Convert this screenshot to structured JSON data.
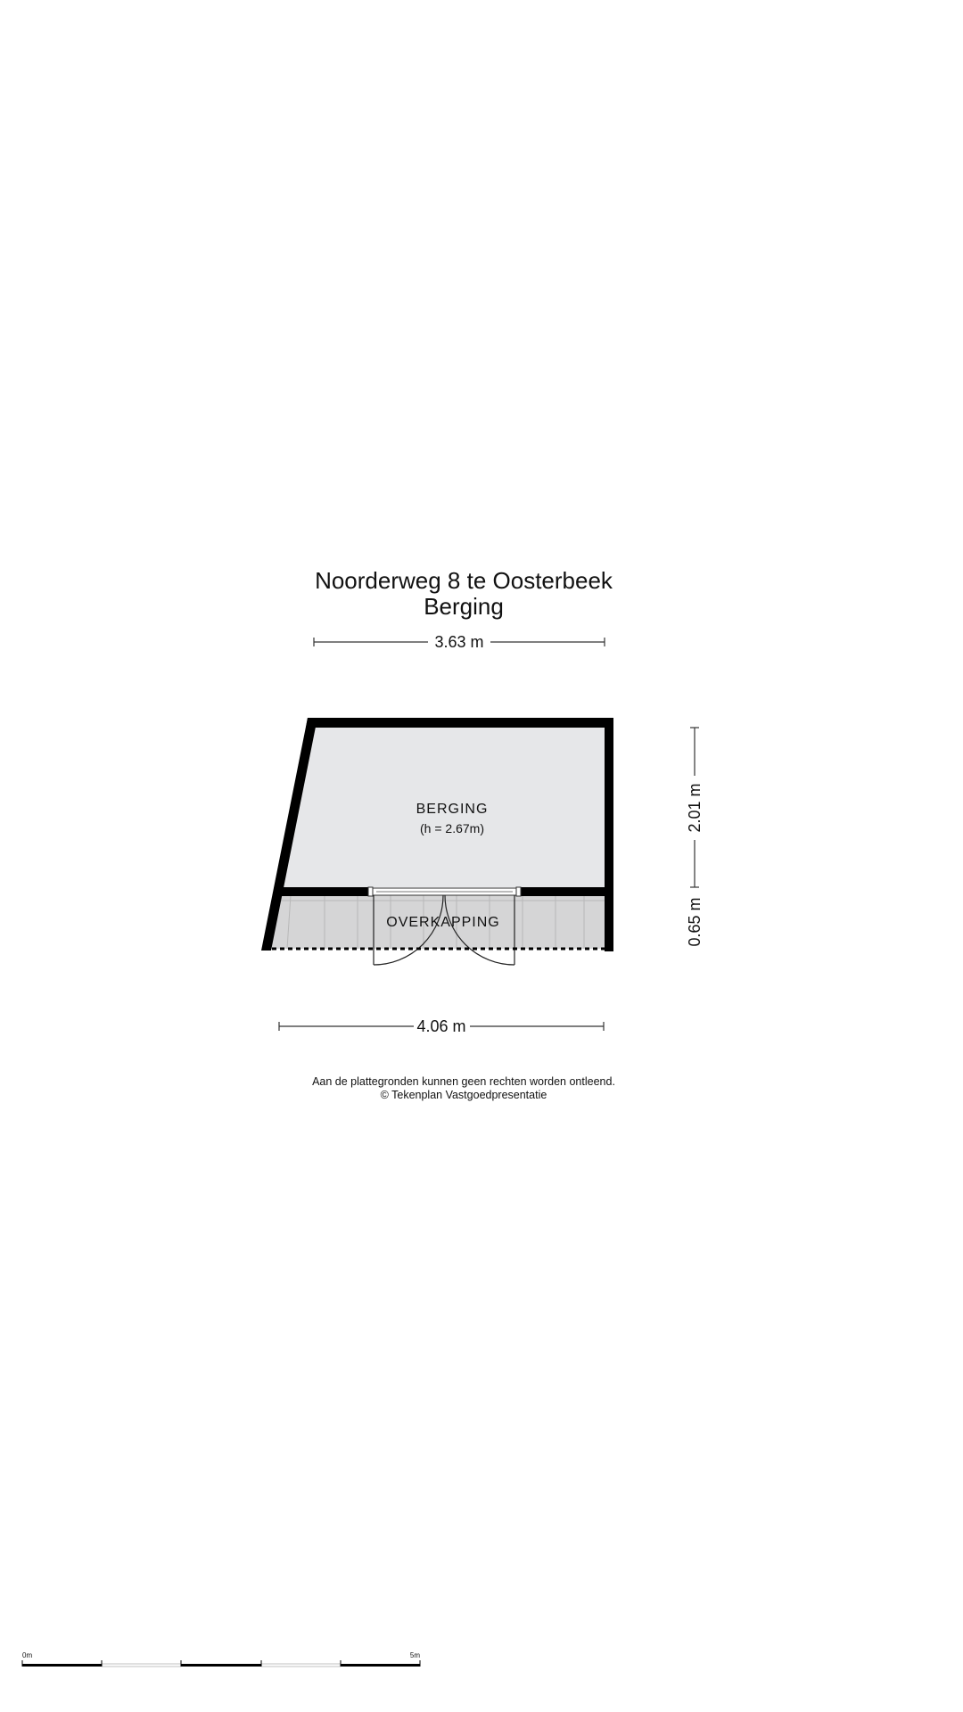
{
  "header": {
    "address": "Noorderweg 8 te Oosterbeek",
    "floor": "Berging"
  },
  "dimensions": {
    "top_width": "3.63 m",
    "bottom_width": "4.06 m",
    "right_upper_height": "2.01 m",
    "right_lower_height": "0.65 m"
  },
  "rooms": {
    "berging": {
      "name": "BERGING",
      "height": "(h = 2.67m)"
    },
    "overkapping": {
      "name": "OVERKAPPING"
    }
  },
  "footer": {
    "disclaimer": "Aan de plattegronden kunnen geen rechten worden ontleend.",
    "copyright": "© Tekenplan Vastgoedpresentatie"
  },
  "scale_bar": {
    "start_label": "0m",
    "end_label": "5m"
  },
  "colors": {
    "wall": "#000000",
    "room_fill": "#e6e7e9",
    "covered_fill": "#d5d5d6",
    "tile_line": "#b8b8b8"
  }
}
